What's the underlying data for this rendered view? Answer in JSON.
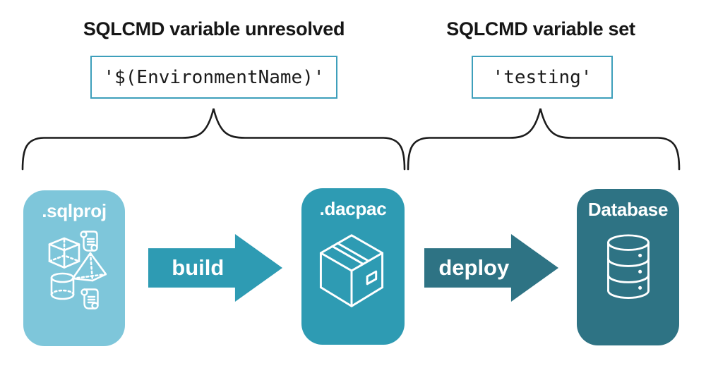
{
  "diagram": {
    "left": {
      "heading": "SQLCMD variable unresolved",
      "code": "'$(EnvironmentName)'"
    },
    "right": {
      "heading": "SQLCMD variable set",
      "code": "'testing'"
    },
    "stages": [
      {
        "label": ".sqlproj",
        "color": "#7EC6DA",
        "icons": [
          "scroll-icon",
          "cube-icon",
          "pyramid-icon",
          "cylinder-icon",
          "scroll-icon"
        ]
      },
      {
        "label": ".dacpac",
        "color": "#2E9BB3",
        "icons": [
          "package-icon"
        ]
      },
      {
        "label": "Database",
        "color": "#2E7384",
        "icons": [
          "database-icon"
        ]
      }
    ],
    "arrows": [
      {
        "label": "build",
        "color": "#2E9BB3"
      },
      {
        "label": "deploy",
        "color": "#2E7384"
      }
    ],
    "colors": {
      "background": "#FFFFFF",
      "heading_text": "#161616",
      "code_text": "#1B1B1B",
      "code_box_border": "#3E9FBB",
      "brace_stroke": "#1C1C1C",
      "icon_stroke": "#FFFFFF"
    }
  }
}
